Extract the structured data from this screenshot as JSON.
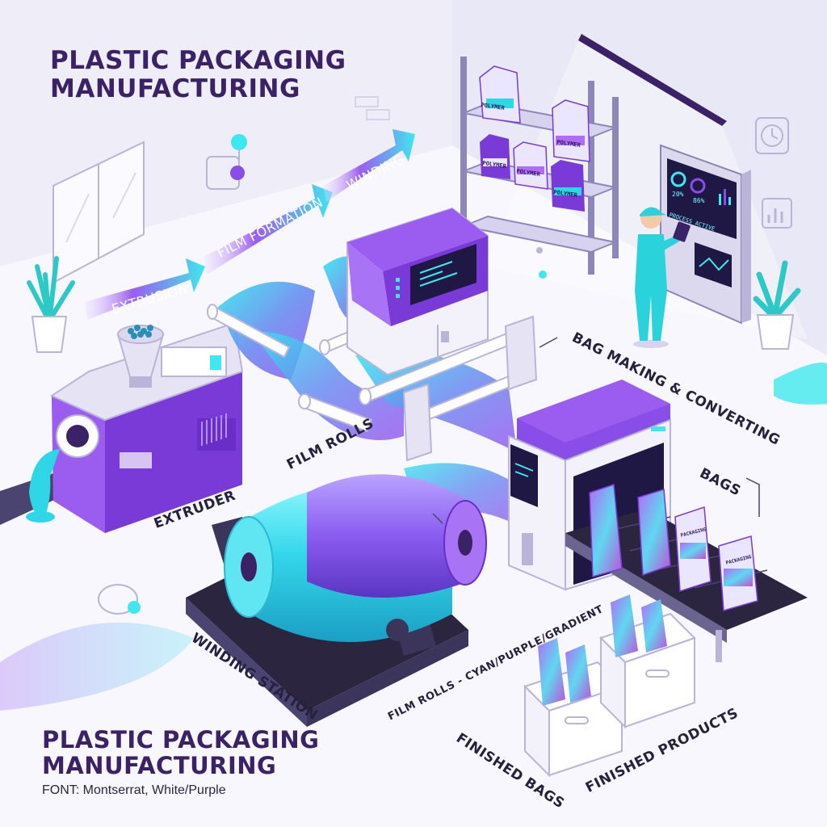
{
  "title_top": [
    "PLASTIC PACKAGING",
    "MANUFACTURING"
  ],
  "title_bottom": [
    "PLASTIC PACKAGING",
    "MANUFACTURING"
  ],
  "font_note": "FONT: Montserrat, White/Purple",
  "process_steps": [
    "EXTRUSION",
    "FILM FORMATION",
    "WINDING"
  ],
  "labels": {
    "extruder": "EXTRUDER",
    "film_rolls": "FILM ROLLS",
    "winding_station": "WINDING STATION",
    "film_rolls_gradient": "FILM ROLLS - CYAN/PURPLE/GRADIENT",
    "bag_making": "BAG MAKING & CONVERTING",
    "bags": "BAGS",
    "finished_bags": "FINISHED BAGS",
    "finished_products": "FINISHED PRODUCTS"
  },
  "shelf_bag_label": "POLYMER",
  "product_bag_label": "PACKAGING",
  "control_panel": {
    "gauge_left": "20%",
    "gauge_right": "86%",
    "status": "PROCESS ACTIVE"
  },
  "colors": {
    "purple": "#7a3ad8",
    "deep_purple": "#3b2266",
    "cyan": "#2fe0e8",
    "background": "#f4f3fb"
  }
}
